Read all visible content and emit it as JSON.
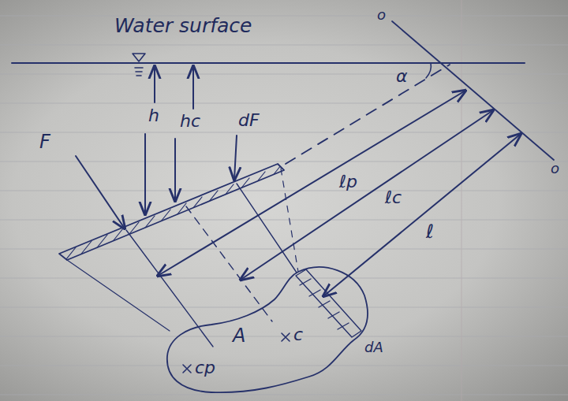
{
  "diagram": {
    "labels": [
      "Water surface",
      "h",
      "hc",
      "dF",
      "F",
      "α",
      "ℓp",
      "ℓc",
      "ℓ",
      "A",
      "c",
      "cp",
      "dA",
      "o",
      "o"
    ]
  }
}
